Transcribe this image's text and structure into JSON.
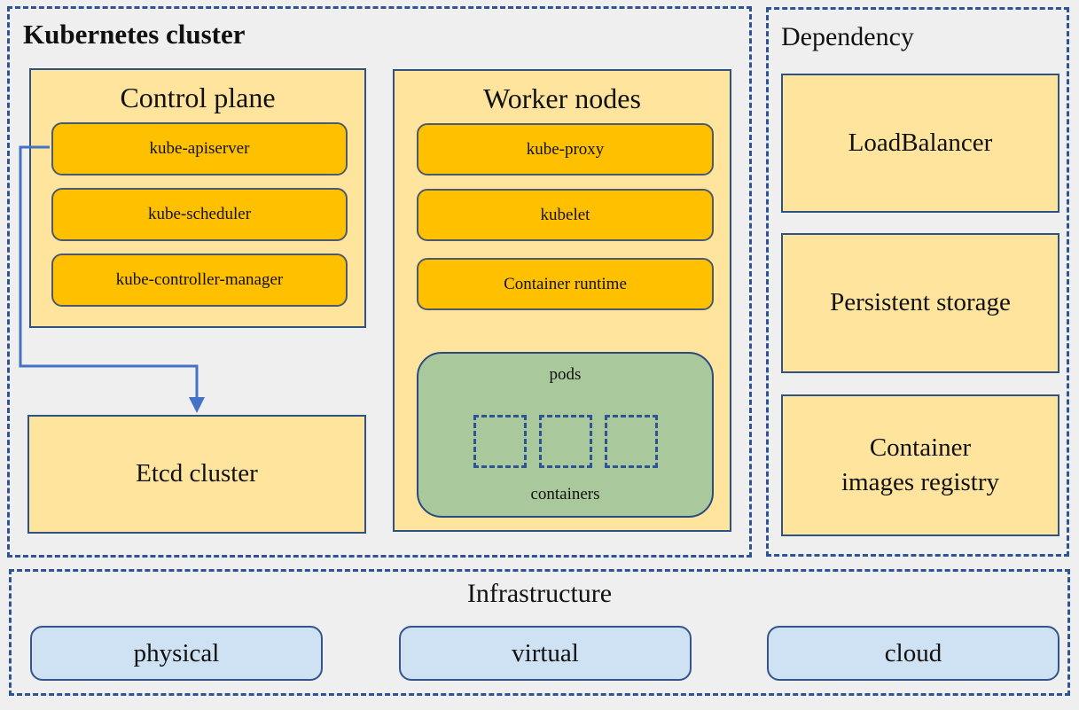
{
  "colors": {
    "page_bg": "#EFEFF0",
    "dashed_border": "#2F5496",
    "panel_fill": "#FFE49D",
    "panel_border": "#2E5383",
    "component_fill": "#FFC000",
    "component_border": "#4D5A6E",
    "pods_fill": "#A9C89C",
    "pods_border": "#2B4A80",
    "infra_fill": "#CEE2F4",
    "infra_border": "#33548C",
    "arrow": "#4472C4",
    "text": "#111111"
  },
  "kubernetes_cluster": {
    "title": "Kubernetes cluster",
    "control_plane": {
      "title": "Control plane",
      "components": [
        "kube-apiserver",
        "kube-scheduler",
        "kube-controller-manager"
      ]
    },
    "worker_nodes": {
      "title": "Worker nodes",
      "components": [
        "kube-proxy",
        "kubelet",
        "Container runtime"
      ],
      "pods": {
        "label": "pods",
        "containers_label": "containers",
        "container_count": 3
      }
    },
    "etcd": {
      "label": "Etcd cluster"
    },
    "arrow": {
      "from": "kube-apiserver",
      "to": "Etcd cluster"
    }
  },
  "dependency": {
    "title": "Dependency",
    "items": [
      {
        "label": "LoadBalancer"
      },
      {
        "label": "Persistent storage"
      },
      {
        "label": "Container\nimages registry"
      }
    ]
  },
  "infrastructure": {
    "title": "Infrastructure",
    "items": [
      {
        "label": "physical"
      },
      {
        "label": "virtual"
      },
      {
        "label": "cloud"
      }
    ]
  }
}
